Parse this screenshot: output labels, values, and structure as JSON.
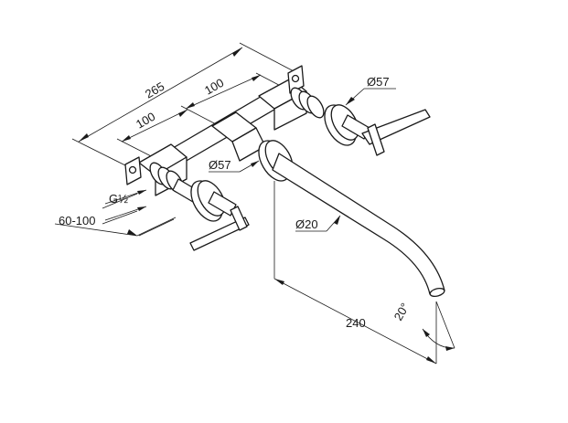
{
  "dimensions": {
    "overall_width": "265",
    "handle_to_spout": "100",
    "spout_to_handle": "100",
    "rosette_diameter_right": "Ø57",
    "rosette_diameter_left": "Ø57",
    "thread": "G½",
    "wall_depth_range": "60-100",
    "spout_diameter": "Ø20",
    "spout_projection": "240",
    "spout_angle": "20°"
  }
}
